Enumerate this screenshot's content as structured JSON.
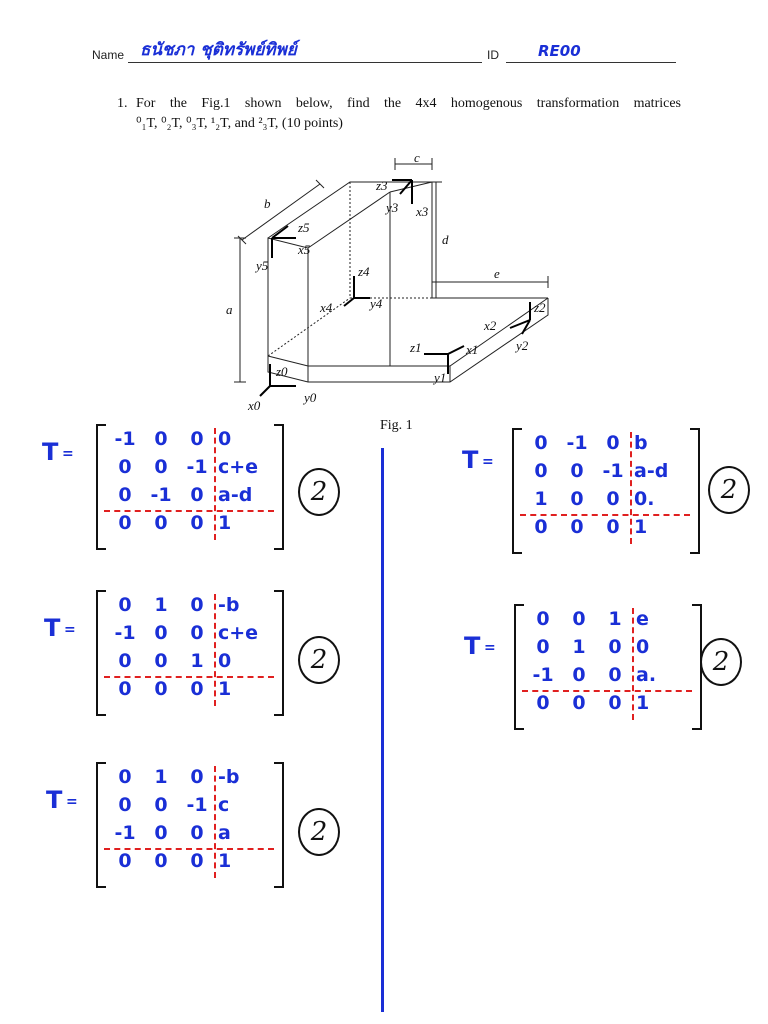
{
  "header": {
    "name_label": "Name",
    "name_value": "ธนัชภา ชุติทรัพย์ทิพย์",
    "id_label": "ID",
    "id_value": "RE00"
  },
  "question": {
    "number": "1.",
    "text_line1": "For the Fig.1 shown below, find the 4x4 homogenous transformation matrices",
    "text_line2": "⁰₁T, ⁰₂T, ⁰₃T, ¹₂T, and ²₃T, (10 points)"
  },
  "figure": {
    "caption": "Fig. 1",
    "dimension_labels": [
      "c",
      "b",
      "d",
      "a",
      "e"
    ],
    "axis_labels": [
      "z3",
      "y3",
      "x3",
      "z5",
      "x5",
      "y5",
      "z4",
      "x4",
      "y4",
      "z2",
      "x2",
      "y2",
      "z1",
      "x1",
      "y1",
      "z0",
      "x0",
      "y0"
    ]
  },
  "answers": [
    {
      "id": "T01",
      "sup": "0",
      "sub": "1",
      "rows": [
        [
          "-1",
          "0",
          "0",
          "0"
        ],
        [
          "0",
          "0",
          "-1",
          "c+e"
        ],
        [
          "0",
          "-1",
          "0",
          "a-d"
        ],
        [
          "0",
          "0",
          "0",
          "1"
        ]
      ],
      "score": "2"
    },
    {
      "id": "T12",
      "sup": "1",
      "sub": "2",
      "rows": [
        [
          "0",
          "-1",
          "0",
          "b"
        ],
        [
          "0",
          "0",
          "-1",
          "a-d"
        ],
        [
          "1",
          "0",
          "0",
          "0."
        ],
        [
          "0",
          "0",
          "0",
          "1"
        ]
      ],
      "score": "2"
    },
    {
      "id": "T02",
      "sup": "0",
      "sub": "2",
      "rows": [
        [
          "0",
          "1",
          "0",
          "-b"
        ],
        [
          "-1",
          "0",
          "0",
          "c+e"
        ],
        [
          "0",
          "0",
          "1",
          "0"
        ],
        [
          "0",
          "0",
          "0",
          "1"
        ]
      ],
      "score": "2"
    },
    {
      "id": "T23",
      "sup": "2",
      "sub": "3",
      "rows": [
        [
          "0",
          "0",
          "1",
          "e"
        ],
        [
          "0",
          "1",
          "0",
          "0"
        ],
        [
          "-1",
          "0",
          "0",
          "a."
        ],
        [
          "0",
          "0",
          "0",
          "1"
        ]
      ],
      "score": "2"
    },
    {
      "id": "T03",
      "sup": "0",
      "sub": "3",
      "rows": [
        [
          "0",
          "1",
          "0",
          "-b"
        ],
        [
          "0",
          "0",
          "-1",
          "c"
        ],
        [
          "-1",
          "0",
          "0",
          "a"
        ],
        [
          "0",
          "0",
          "0",
          "1"
        ]
      ],
      "score": "2"
    }
  ]
}
